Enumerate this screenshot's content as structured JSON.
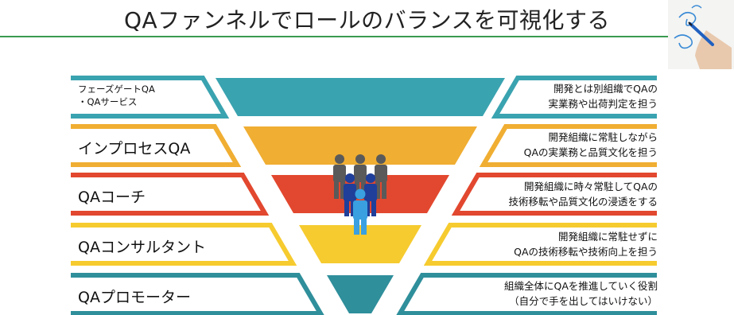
{
  "title": "QAファンネルでロールのバランスを可視化する",
  "colors": {
    "teal": "#3aa3b0",
    "orange": "#f0ae32",
    "red": "#e2482f",
    "yellow": "#f6cb2f",
    "dark_teal": "#2f8f9b",
    "title_rule": "#3a9a4f",
    "person_gray": "#5a5a5a",
    "person_navy": "#1f3f9a",
    "person_blue": "#3aa0e0"
  },
  "rows": [
    {
      "left_lines": [
        "フェーズゲートQA",
        "・QAサービス"
      ],
      "right_lines": [
        "開発とは別組織でQAの",
        "実業務や出荷判定を担う"
      ]
    },
    {
      "left_lines": [
        "インプロセスQA"
      ],
      "right_lines": [
        "開発組織に常駐しながら",
        "QAの実業務と品質文化を担う"
      ]
    },
    {
      "left_lines": [
        "QAコーチ"
      ],
      "right_lines": [
        "開発組織に時々常駐してQAの",
        "技術移転や品質文化の浸透をする"
      ]
    },
    {
      "left_lines": [
        "QAコンサルタント"
      ],
      "right_lines": [
        "開発組織に常駐せずに",
        "QAの技術移転や技術向上を担う"
      ]
    },
    {
      "left_lines": [
        "QAプロモーター"
      ],
      "right_lines": [
        "組織全体にQAを推進していく役割",
        "（自分で手を出してはいけない）"
      ]
    }
  ],
  "icons": {
    "people": "people-group-icon",
    "hand": "hand-drawing-icon"
  }
}
